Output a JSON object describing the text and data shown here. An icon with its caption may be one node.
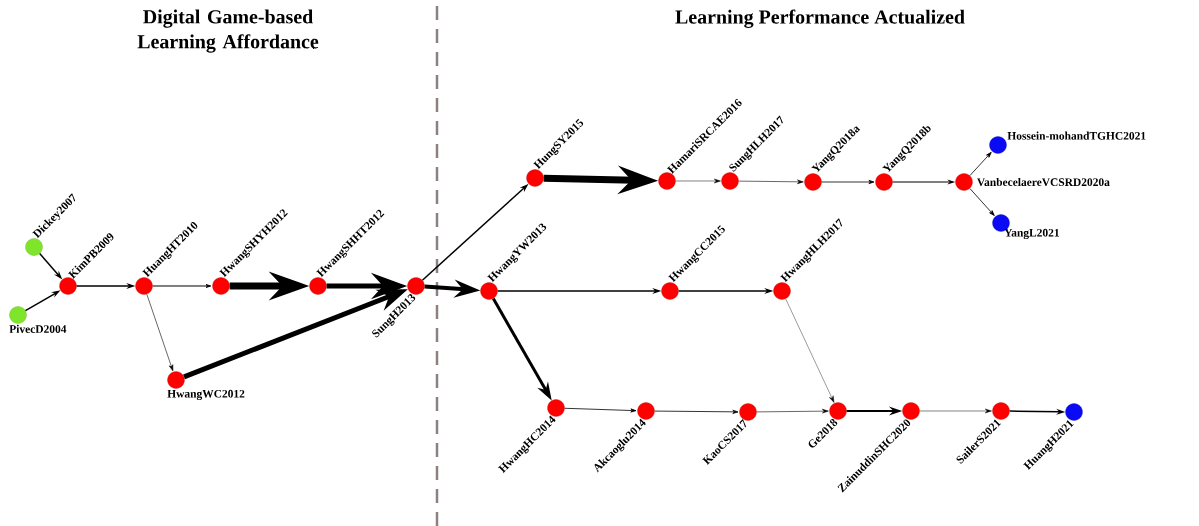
{
  "diagram": {
    "nodes": [
      {
        "text": [],
        "shape": "circle",
        "beside": [
          "Dickey2007"
        ]
      },
      {
        "text": [],
        "shape": "circle",
        "beside": [
          "PivecD2004"
        ]
      },
      {
        "text": [],
        "shape": "circle",
        "beside": [
          "KimPB2009"
        ]
      },
      {
        "text": [],
        "shape": "circle",
        "beside": [
          "HuangHT2010"
        ]
      },
      {
        "text": [],
        "shape": "circle",
        "beside": [
          "HwangSHYH2012"
        ]
      },
      {
        "text": [],
        "shape": "circle",
        "beside": [
          "HwangWC2012"
        ]
      },
      {
        "text": [],
        "shape": "circle",
        "beside": [
          "HwangSHHT2012"
        ]
      },
      {
        "text": [],
        "shape": "circle",
        "beside": [
          "SungH2013"
        ]
      },
      {
        "text": [],
        "shape": "circle",
        "beside": [
          "HungSY2015"
        ]
      },
      {
        "text": [],
        "shape": "circle",
        "beside": [
          "HwangYW2013"
        ]
      },
      {
        "text": [],
        "shape": "circle",
        "beside": [
          "HamariSRCAE2016"
        ]
      },
      {
        "text": [],
        "shape": "circle",
        "beside": [
          "HwangCC2015"
        ]
      },
      {
        "text": [],
        "shape": "circle",
        "beside": [
          "HwangHC2014"
        ]
      },
      {
        "text": [],
        "shape": "circle",
        "beside": [
          "SungHLH2017"
        ]
      },
      {
        "text": [],
        "shape": "circle",
        "beside": [
          "HwangHLH2017"
        ]
      },
      {
        "text": [],
        "shape": "circle",
        "beside": [
          "Akcaoglu2014"
        ]
      },
      {
        "text": [],
        "shape": "circle",
        "beside": [
          "YangQ2018a"
        ]
      },
      {
        "text": [],
        "shape": "circle",
        "beside": [
          "KaoCS2017"
        ]
      },
      {
        "text": [],
        "shape": "circle",
        "beside": [
          "YangQ2018b"
        ]
      },
      {
        "text": [],
        "shape": "circle",
        "beside": [
          "Ge2018"
        ]
      },
      {
        "text": [],
        "shape": "circle",
        "beside": [
          "VanbecelaereVCSRD2020a"
        ]
      },
      {
        "text": [],
        "shape": "circle",
        "beside": [
          "Hossein-mohandTGHC2021"
        ]
      },
      {
        "text": [],
        "shape": "circle",
        "beside": [
          "YangL2021"
        ]
      },
      {
        "text": [],
        "shape": "circle",
        "beside": [
          "ZainuddinSHC2020"
        ]
      },
      {
        "text": [],
        "shape": "circle",
        "beside": [
          "SailerS2021"
        ]
      },
      {
        "text": [],
        "shape": "circle",
        "beside": [
          "HuangH2021"
        ]
      }
    ],
    "edges": [
      {
        "from": 0,
        "to": 2,
        "arrow": "to"
      },
      {
        "from": 1,
        "to": 2,
        "arrow": "to"
      },
      {
        "from": 2,
        "to": 3,
        "arrow": "to"
      },
      {
        "from": 3,
        "to": 4,
        "arrow": "to"
      },
      {
        "from": 3,
        "to": 5,
        "arrow": "to"
      },
      {
        "from": 4,
        "to": 6,
        "arrow": "to",
        "style": "thick"
      },
      {
        "from": 6,
        "to": 7,
        "arrow": "to",
        "style": "thick"
      },
      {
        "from": 5,
        "to": 7,
        "arrow": "to",
        "style": "thick"
      },
      {
        "from": 7,
        "to": 8,
        "arrow": "to"
      },
      {
        "from": 7,
        "to": 9,
        "arrow": "to",
        "style": "thick"
      },
      {
        "from": 8,
        "to": 10,
        "arrow": "to",
        "style": "thick"
      },
      {
        "from": 9,
        "to": 11,
        "arrow": "to"
      },
      {
        "from": 9,
        "to": 12,
        "arrow": "to"
      },
      {
        "from": 10,
        "to": 13,
        "arrow": "to"
      },
      {
        "from": 13,
        "to": 16,
        "arrow": "to"
      },
      {
        "from": 16,
        "to": 18,
        "arrow": "to"
      },
      {
        "from": 18,
        "to": 20,
        "arrow": "to"
      },
      {
        "from": 20,
        "to": 21,
        "arrow": "to"
      },
      {
        "from": 20,
        "to": 22,
        "arrow": "to"
      },
      {
        "from": 11,
        "to": 14,
        "arrow": "to"
      },
      {
        "from": 14,
        "to": 19,
        "arrow": "to"
      },
      {
        "from": 12,
        "to": 15,
        "arrow": "to"
      },
      {
        "from": 15,
        "to": 17,
        "arrow": "to"
      },
      {
        "from": 17,
        "to": 19,
        "arrow": "to"
      },
      {
        "from": 19,
        "to": 23,
        "arrow": "to"
      },
      {
        "from": 23,
        "to": 24,
        "arrow": "to"
      },
      {
        "from": 24,
        "to": 25,
        "arrow": "to"
      }
    ],
    "labels": [
      "Digital Game-based Learning Affordance",
      "Learning Performance Actualized"
    ]
  }
}
